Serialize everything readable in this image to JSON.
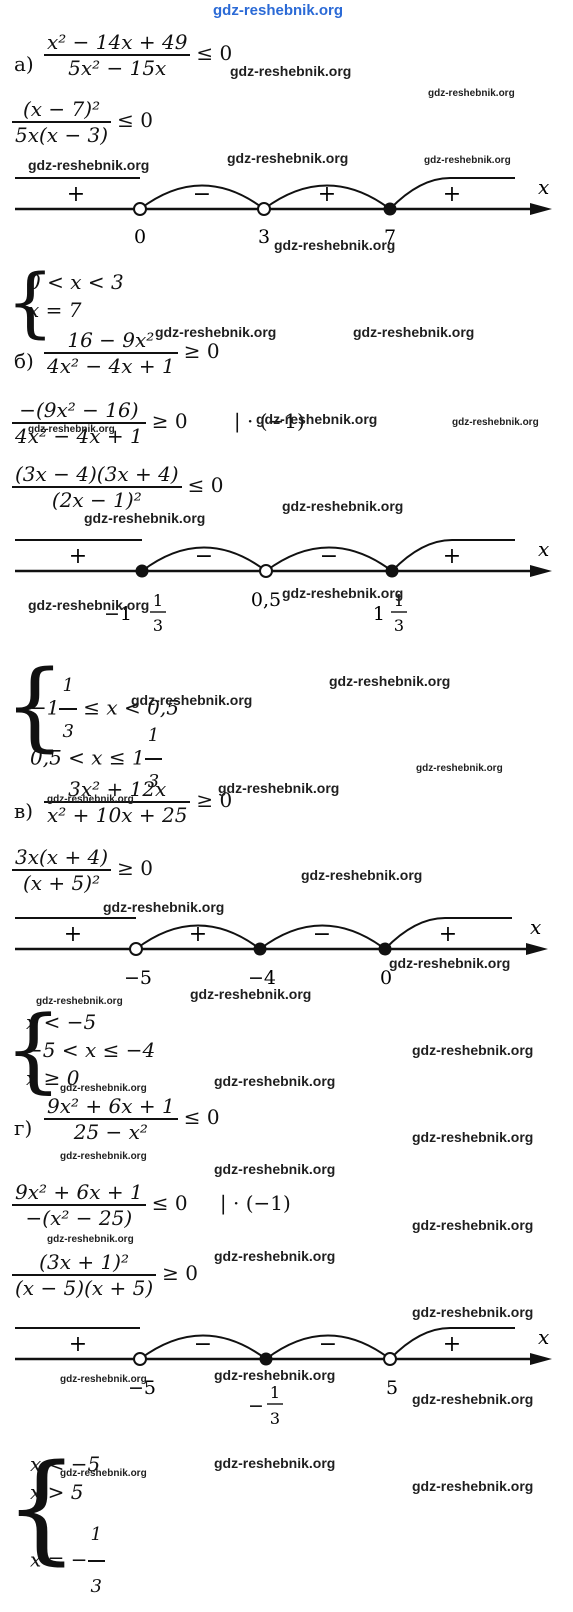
{
  "watermark": "gdz-reshebnik.org",
  "parts": {
    "a": {
      "label": "а)",
      "ineq1_num": "x² − 14x + 49",
      "ineq1_den": "5x² − 15x",
      "ineq1_rel": "≤ 0",
      "ineq2_num": "(x − 7)²",
      "ineq2_den": "5x(x − 3)",
      "ineq2_rel": "≤ 0",
      "axis": {
        "var": "x",
        "points": [
          "0",
          "3",
          "7"
        ],
        "signs": [
          "+",
          "−",
          "+",
          "+"
        ]
      },
      "system": [
        "0 < x < 3",
        "x = 7"
      ]
    },
    "b": {
      "label": "б)",
      "ineq1_num": "16 − 9x²",
      "ineq1_den": "4x² − 4x + 1",
      "ineq1_rel": "≥ 0",
      "ineq2_num": "−(9x² − 16)",
      "ineq2_den": "4x² − 4x + 1",
      "ineq2_rel": "≥ 0",
      "multiplier": "| · (−1)",
      "ineq3_num": "(3x − 4)(3x + 4)",
      "ineq3_den": "(2x − 1)²",
      "ineq3_rel": "≤ 0",
      "axis": {
        "var": "x",
        "points": [
          "−1",
          "1",
          "3",
          "0,5",
          "1",
          "1",
          "3"
        ],
        "signs": [
          "+",
          "−",
          "−",
          "+"
        ]
      },
      "system": {
        "l1_pre": "−1",
        "l1_n": "1",
        "l1_d": "3",
        "l1_post": "≤ x < 0,5",
        "l2_pre": "0,5 < x ≤ 1",
        "l2_n": "1",
        "l2_d": "3"
      }
    },
    "v": {
      "label": "в)",
      "ineq1_num": "3x² + 12x",
      "ineq1_den": "x² + 10x + 25",
      "ineq1_rel": "≥ 0",
      "ineq2_num": "3x(x + 4)",
      "ineq2_den": "(x + 5)²",
      "ineq2_rel": "≥ 0",
      "axis": {
        "var": "x",
        "points": [
          "−5",
          "−4",
          "0"
        ],
        "signs": [
          "+",
          "+",
          "−",
          "+"
        ]
      },
      "system": [
        "x < −5",
        "−5 < x ≤ −4",
        "x ≥ 0"
      ]
    },
    "g": {
      "label": "г)",
      "ineq1_num": "9x² + 6x + 1",
      "ineq1_den": "25 − x²",
      "ineq1_rel": "≤ 0",
      "ineq2_num": "9x² + 6x + 1",
      "ineq2_den": "−(x² − 25)",
      "ineq2_rel": "≤ 0",
      "multiplier": "| · (−1)",
      "ineq3_num": "(3x + 1)²",
      "ineq3_den": "(x − 5)(x + 5)",
      "ineq3_rel": "≥ 0",
      "axis": {
        "var": "x",
        "points": [
          "−5",
          "−",
          "1",
          "3",
          "5"
        ],
        "signs": [
          "+",
          "−",
          "−",
          "+"
        ]
      },
      "system": {
        "l1": "x < −5",
        "l2": "x > 5",
        "l3_pre": "x = −",
        "l3_n": "1",
        "l3_d": "3"
      }
    }
  }
}
